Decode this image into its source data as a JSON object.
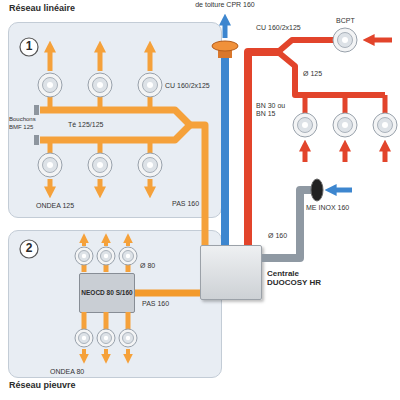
{
  "diagram": {
    "nodes": [
      {
        "text": [
          "Réseau linéaire"
        ]
      },
      {
        "text": [
          "1"
        ],
        "in": 0
      },
      {
        "text": [
          "Réseau pieuvre"
        ]
      },
      {
        "text": [
          "2"
        ],
        "in": 2
      },
      {
        "text": [
          "NEOCD 80 S/160"
        ],
        "in": 2
      },
      {
        "text": [
          "Centrale DUOCOSY HR"
        ]
      }
    ],
    "edges": [
      {
        "from": 4,
        "to": 5,
        "arrow": "none"
      }
    ],
    "labels": [
      "de toiture CPR 160",
      "CU 160/2x125",
      "Té 125/125",
      "Bouchons BMF 125",
      "ONDEA 125",
      "PAS 160",
      "CU 160/2x125",
      "BCPT",
      "Ø 125",
      "BN 30 ou BN 15",
      "ME INOX 160",
      "Ø 160",
      "Ø 80",
      "PAS 160",
      "ONDEA 80"
    ]
  }
}
